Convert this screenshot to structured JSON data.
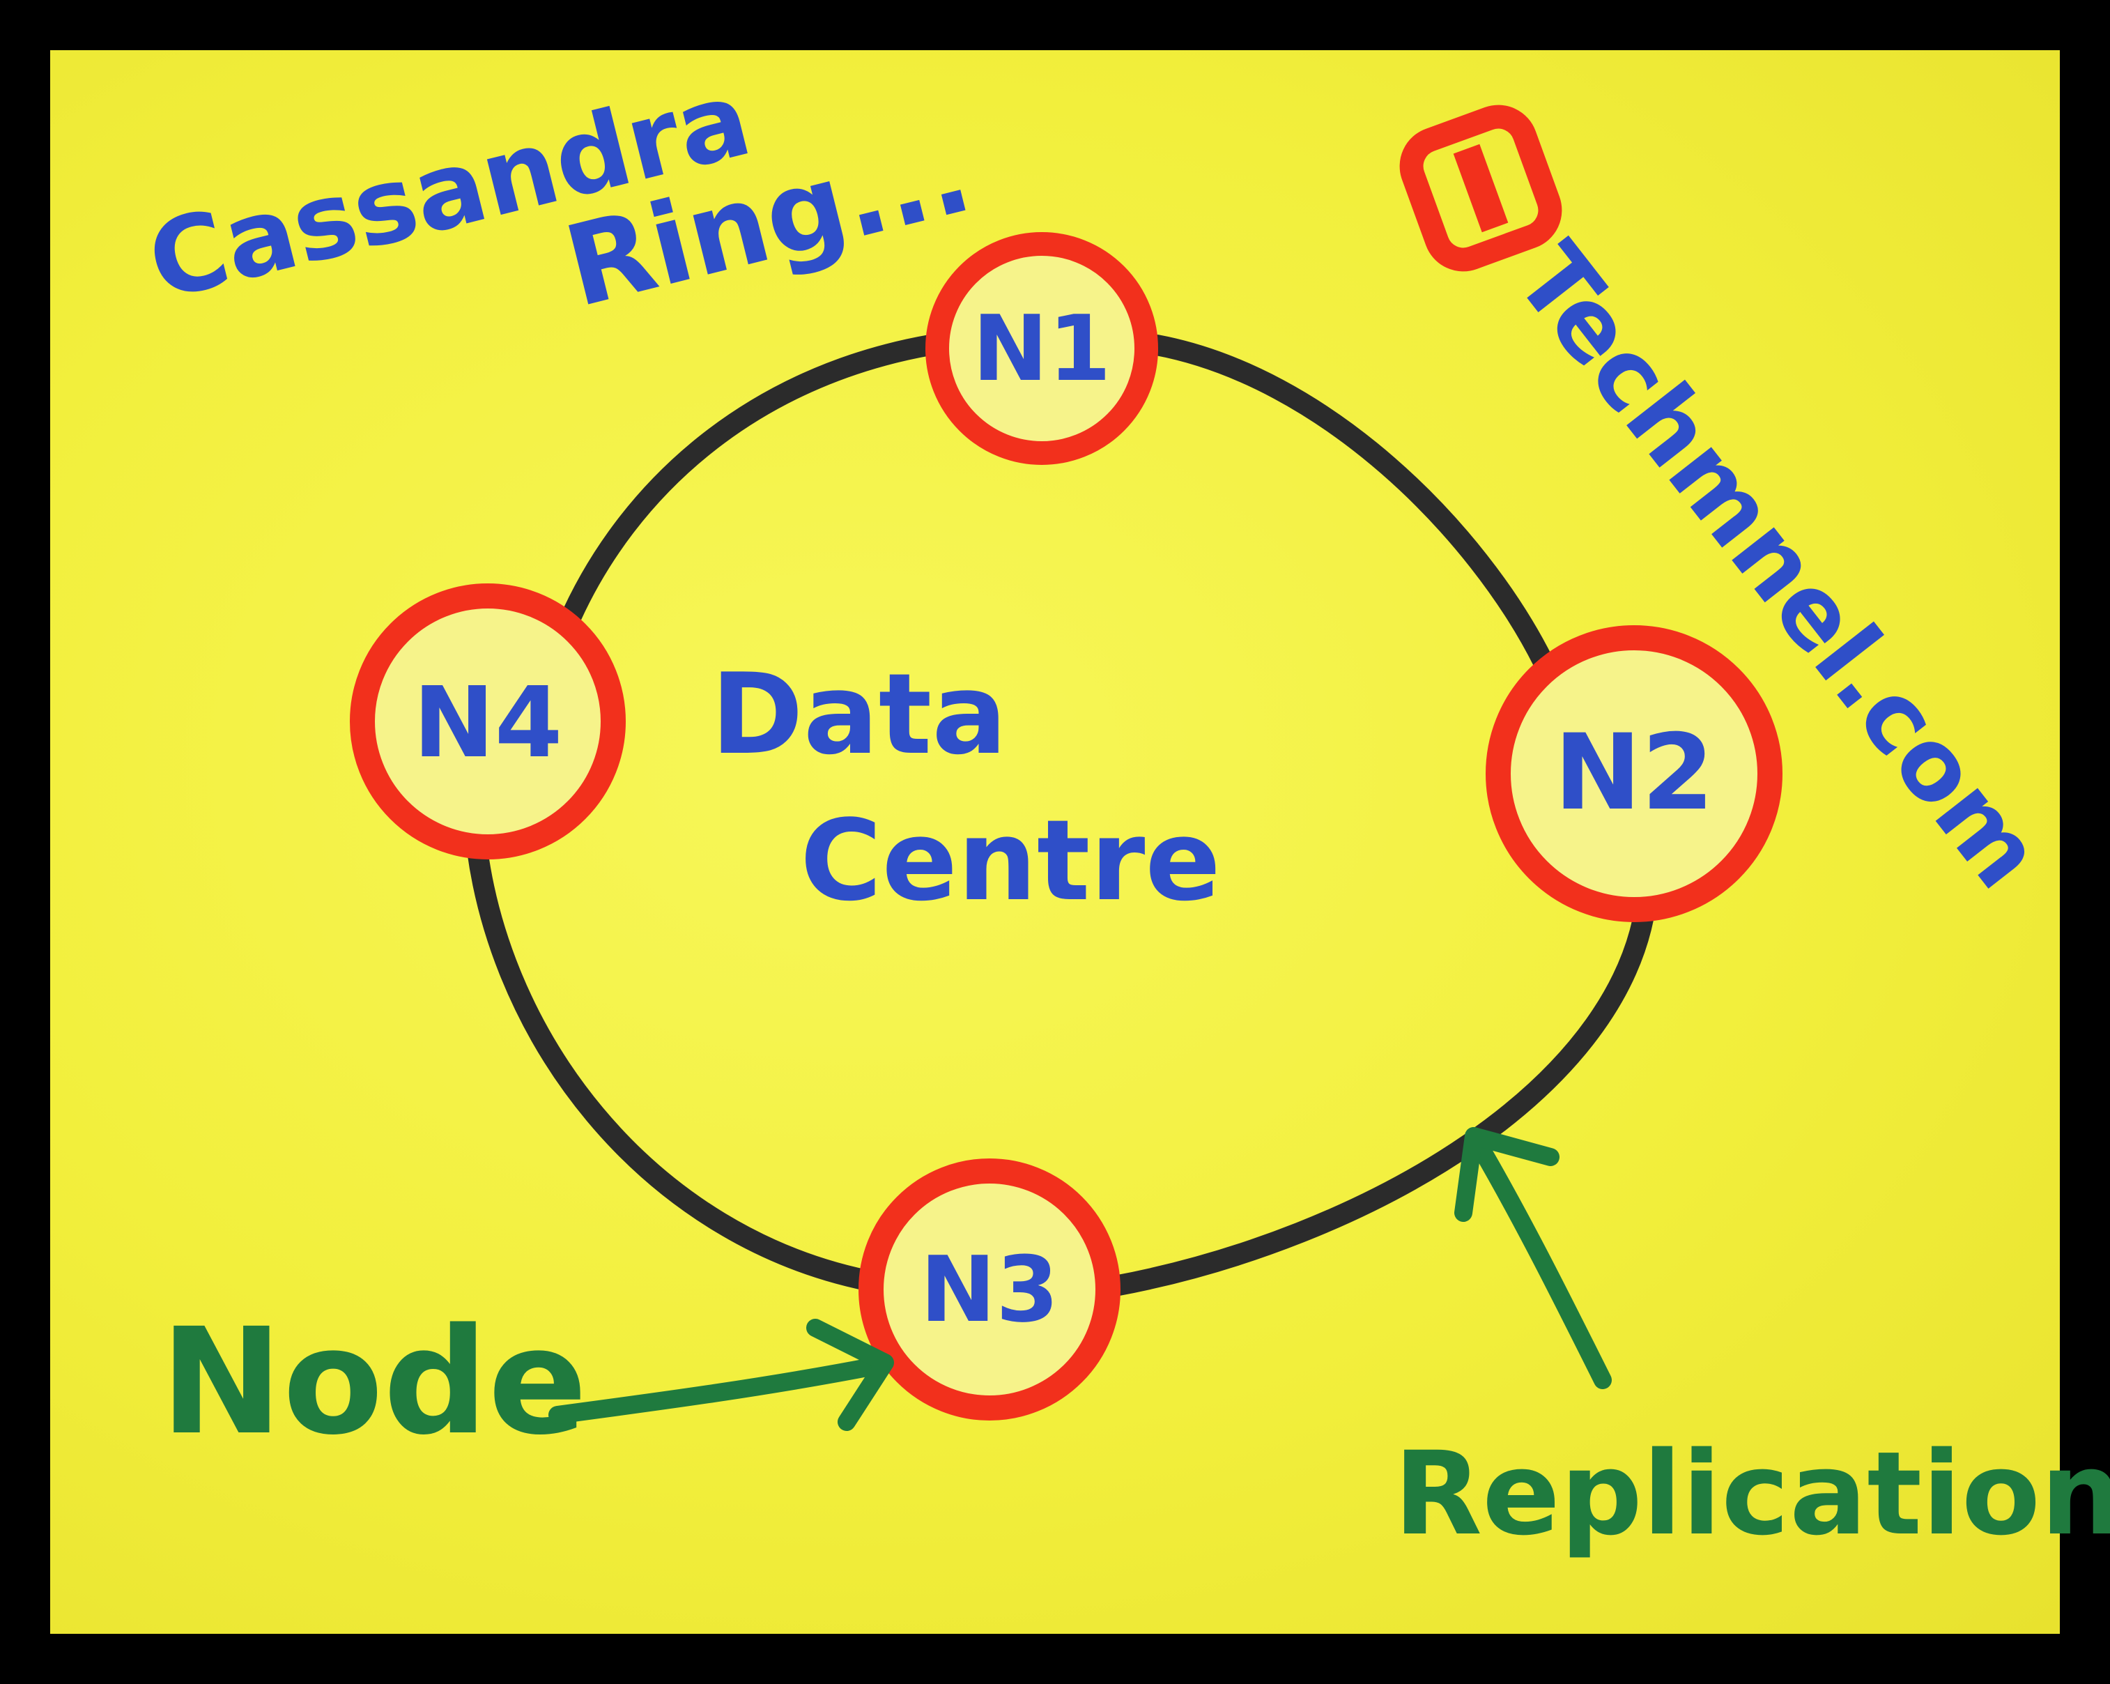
{
  "diagram": {
    "title_line1": "Cassandra",
    "title_line2": "Ring...",
    "brand": "Techmnel.com",
    "center_line1": "Data",
    "center_line2": "Centre",
    "nodes": [
      {
        "id": "n1",
        "label": "N1"
      },
      {
        "id": "n2",
        "label": "N2"
      },
      {
        "id": "n3",
        "label": "N3"
      },
      {
        "id": "n4",
        "label": "N4"
      }
    ],
    "callouts": {
      "node_label": "Node",
      "replication_label": "Replication"
    }
  },
  "colors": {
    "paper": "#f2ef3c",
    "ink_blue": "#2f4fc8",
    "ink_red": "#f2301c",
    "ink_green": "#1f7a3e",
    "ink_black": "#2b2b2b"
  }
}
